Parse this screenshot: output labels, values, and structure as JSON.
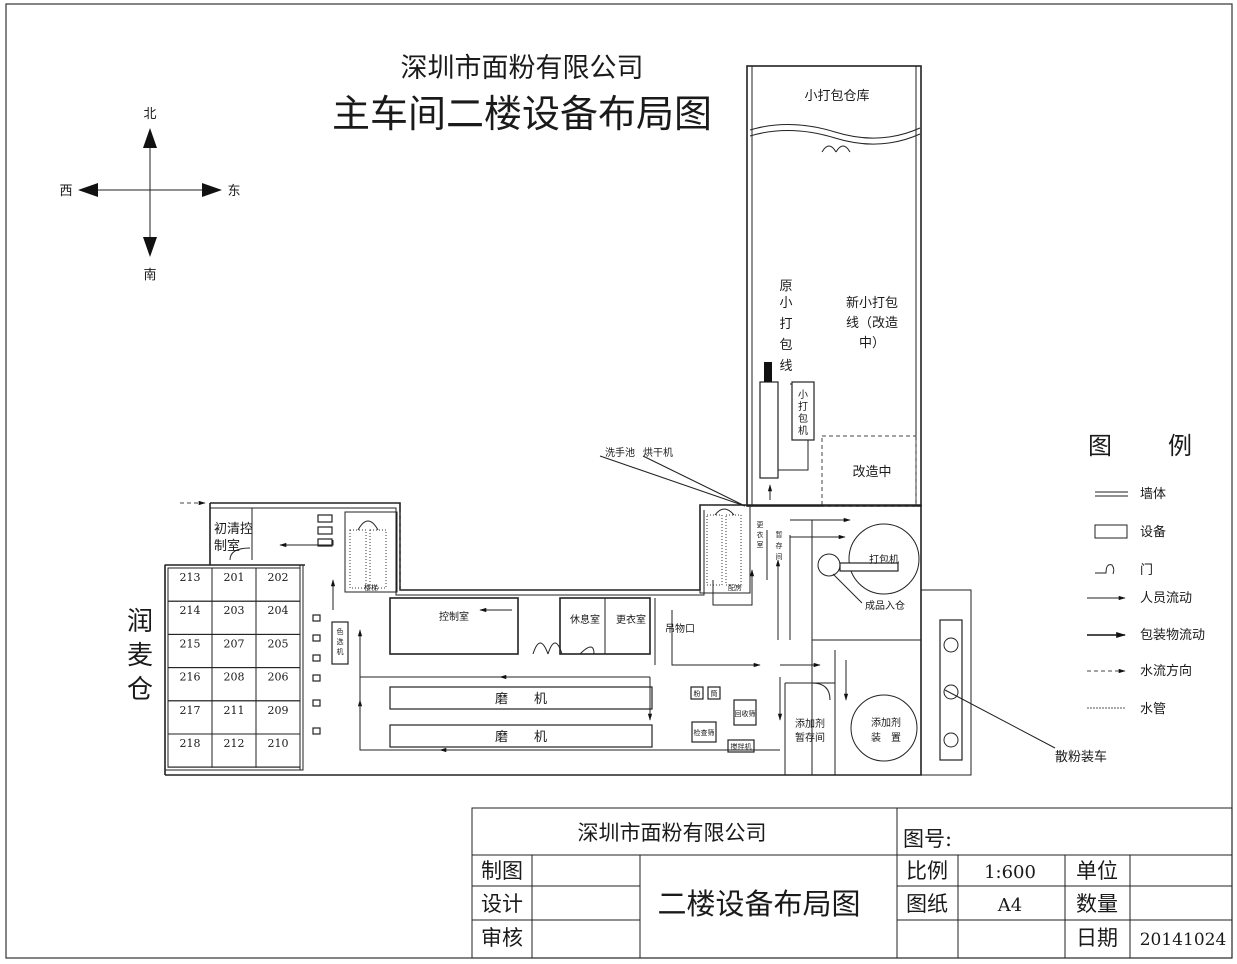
{
  "title": {
    "company": "深圳市面粉有限公司",
    "main": "主车间二楼设备布局图"
  },
  "compass": {
    "north": "北",
    "south": "南",
    "east": "东",
    "west": "西"
  },
  "rooms": {
    "small_pack_warehouse": "小打包仓库",
    "old_line": [
      "原",
      "小",
      "打",
      "包",
      "线"
    ],
    "new_line": [
      "新小打包",
      "线（改造",
      "中）"
    ],
    "small_packer": [
      "小",
      "打",
      "包",
      "机"
    ],
    "renovating": "改造中",
    "wash_basin": "洗手池",
    "dryer": "烘干机",
    "packer": "打包机",
    "finished_goods": "成品入仓",
    "initial_clean_control": [
      "初清控",
      "制室"
    ],
    "control_room": "控制室",
    "rest_room": "休息室",
    "changing_room": "更衣室",
    "hoist_opening": "吊物口",
    "mill_1": "磨　　机",
    "mill_2": "磨　　机",
    "color_sorter": [
      "色",
      "选",
      "机"
    ],
    "additive_storage": [
      "添加剂",
      "暂存间"
    ],
    "additive_device": [
      "添加剂",
      "装　置"
    ],
    "bulk_loading": "散粉装车",
    "recycle_sifter": "回收筛",
    "check_sifter": "检查筛",
    "mixer": "搅拌机",
    "bin_small_1": "粉",
    "bin_small_2": "筒",
    "stair_label_1": "楼梯",
    "stair_label_2": "配房",
    "temp_room": [
      "暂",
      "存",
      "间"
    ],
    "change_room_v": [
      "更",
      "衣",
      "室"
    ]
  },
  "silo": {
    "name": [
      "润",
      "麦",
      "仓"
    ],
    "rows": [
      [
        "213",
        "201",
        "202"
      ],
      [
        "214",
        "203",
        "204"
      ],
      [
        "215",
        "207",
        "205"
      ],
      [
        "216",
        "208",
        "206"
      ],
      [
        "217",
        "211",
        "209"
      ],
      [
        "218",
        "212",
        "210"
      ]
    ]
  },
  "legend": {
    "title_1": "图",
    "title_2": "例",
    "items": [
      "墙体",
      "设备",
      "门",
      "人员流动",
      "包装物流动",
      "水流方向",
      "水管"
    ]
  },
  "title_block": {
    "company": "深圳市面粉有限公司",
    "drawing_no_label": "图号:",
    "drawn_by": "制图",
    "design": "设计",
    "review": "审核",
    "drawing_name": "二楼设备布局图",
    "scale_label": "比例",
    "scale": "1:600",
    "unit_label": "单位",
    "paper_label": "图纸",
    "paper": "A4",
    "quantity_label": "数量",
    "date_label": "日期",
    "date": "20141024"
  }
}
